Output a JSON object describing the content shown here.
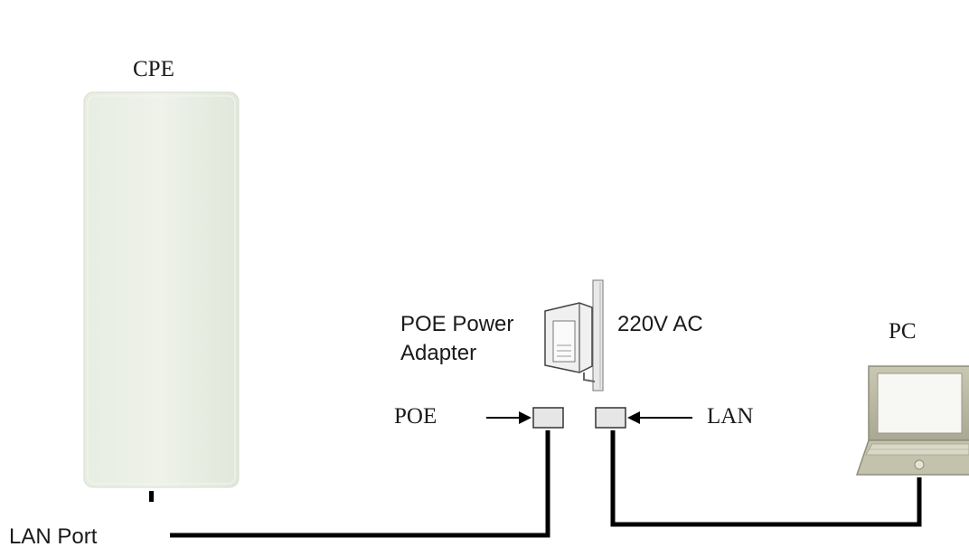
{
  "labels": {
    "cpe": "CPE",
    "poe_adapter_line1": "POE Power",
    "poe_adapter_line2": "Adapter",
    "ac": "220V AC",
    "poe": "POE",
    "lan": "LAN",
    "pc": "PC",
    "lan_port": "LAN Port"
  },
  "icons": {
    "cpe": "cpe-device-icon",
    "adapter": "poe-adapter-icon",
    "pc": "laptop-icon"
  },
  "colors": {
    "cpe_body": "#e6ebdf",
    "cable": "#000000",
    "laptop_body": "#b9b8a2",
    "laptop_screen": "#f7f7f4"
  }
}
